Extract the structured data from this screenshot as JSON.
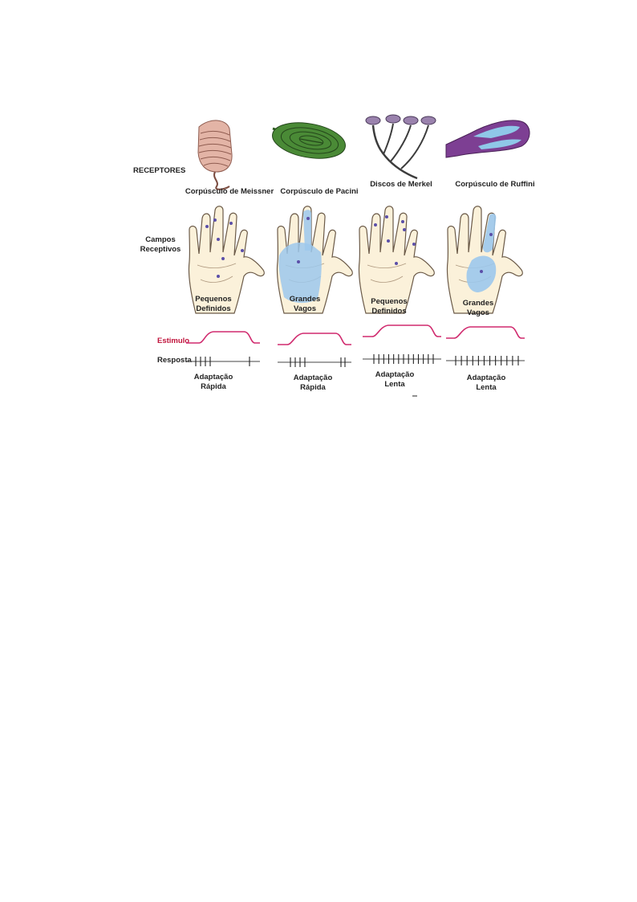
{
  "labels": {
    "receptores": "RECEPTORES",
    "campos_line1": "Campos",
    "campos_line2": "Receptivos",
    "estimulo": "Estimulo",
    "resposta": "Resposta"
  },
  "columns": [
    {
      "receptor": "Corpúsculo de Meissner",
      "campo_l1": "Pequenos",
      "campo_l2": "Definidos",
      "adapt_l1": "Adaptação",
      "adapt_l2": "Rápida",
      "spikes": 5
    },
    {
      "receptor": "Corpúsculo de Pacini",
      "campo_l1": "Grandes",
      "campo_l2": "Vagos",
      "adapt_l1": "Adaptação",
      "adapt_l2": "Rápida",
      "spikes": 6
    },
    {
      "receptor": "Discos de Merkel",
      "campo_l1": "Pequenos",
      "campo_l2": "Definidos",
      "adapt_l1": "Adaptação",
      "adapt_l2": "Lenta",
      "spikes": 13
    },
    {
      "receptor": "Corpúsculo de Ruffini",
      "campo_l1": "Grandes",
      "campo_l2": "Vagos",
      "adapt_l1": "Adaptação",
      "adapt_l2": "Lenta",
      "spikes": 12
    }
  ],
  "colors": {
    "meissner": "#d9a89a",
    "pacini": "#3d7a2d",
    "merkel": "#8a6f99",
    "ruffini_outer": "#7a3b8f",
    "ruffini_inner": "#8fc8e8",
    "hand_fill": "#fbf1da",
    "receptive_field": "#9cc8ec",
    "dot": "#5b4fa8",
    "stimulus": "#d02a6e"
  }
}
